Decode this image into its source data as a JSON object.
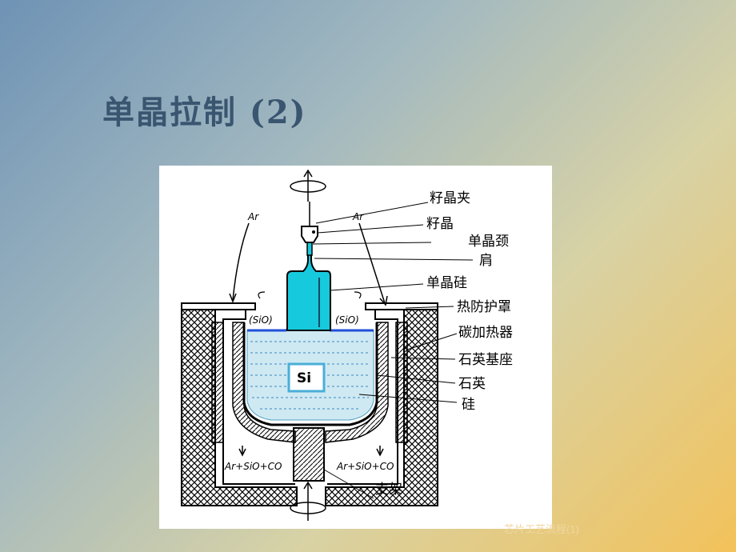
{
  "slide": {
    "title": "单晶拉制 (2)",
    "footer": "芯片工艺流程(1)"
  },
  "diagram": {
    "labels": {
      "seed_chuck": "籽晶夹",
      "seed": "籽晶",
      "neck": "单晶颈",
      "shoulder": "肩",
      "single_crystal": "单晶硅",
      "heat_shield": "热防护罩",
      "carbon_heater": "碳加热器",
      "quartz_base": "石英基座",
      "quartz_crucible": "石英",
      "silicon": "硅",
      "support": "支架",
      "ar_left": "Ar",
      "ar_right": "Ar",
      "sio_left": "(SiO)",
      "sio_right": "(SiO)",
      "melt": "Si",
      "exhaust_left": "Ar+SiO+CO",
      "exhaust_right": "Ar+SiO+CO"
    }
  }
}
